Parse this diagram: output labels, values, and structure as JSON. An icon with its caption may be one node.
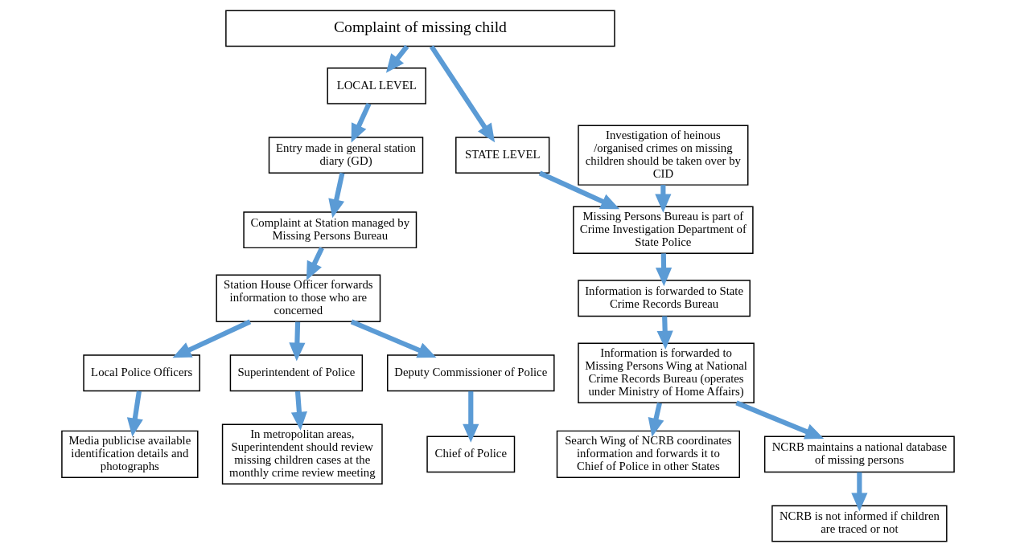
{
  "diagram": {
    "nodes": [
      {
        "text": [
          "Complaint of missing child"
        ]
      },
      {
        "text": [
          "LOCAL LEVEL"
        ]
      },
      {
        "text": [
          "STATE LEVEL"
        ]
      },
      {
        "text": [
          "Entry made in general station diary (GD)"
        ]
      },
      {
        "text": [
          "Complaint at Station managed by Missing Persons Bureau"
        ]
      },
      {
        "text": [
          "Station House Officer forwards information to those who are concerned"
        ]
      },
      {
        "text": [
          "Local Police Officers"
        ]
      },
      {
        "text": [
          "Superintendent of Police"
        ]
      },
      {
        "text": [
          "Deputy Commissioner of Police"
        ]
      },
      {
        "text": [
          "Media publicise available identification details and photographs"
        ]
      },
      {
        "text": [
          "In metropolitan areas, Superintendent should review missing children cases at the monthly crime review meeting"
        ]
      },
      {
        "text": [
          "Chief of Police"
        ]
      },
      {
        "text": [
          "Investigation of heinous /organised crimes on missing children should be taken over by CID"
        ]
      },
      {
        "text": [
          "Missing Persons Bureau is part of Crime Investigation Department of State Police"
        ]
      },
      {
        "text": [
          "Information is forwarded to State Crime Records Bureau"
        ]
      },
      {
        "text": [
          "Information is forwarded to Missing Persons Wing at National Crime Records Bureau (operates under Ministry of Home Affairs)"
        ]
      },
      {
        "text": [
          "Search Wing of NCRB coordinates information and forwards it to Chief of Police in other States"
        ]
      },
      {
        "text": [
          "NCRB maintains a national database of missing persons"
        ]
      },
      {
        "text": [
          "NCRB is not informed if children are traced or not"
        ]
      }
    ],
    "edges": [
      {
        "from": 0,
        "to": 1,
        "arrow": "to"
      },
      {
        "from": 0,
        "to": 2,
        "arrow": "to"
      },
      {
        "from": 1,
        "to": 3,
        "arrow": "to"
      },
      {
        "from": 3,
        "to": 4,
        "arrow": "to"
      },
      {
        "from": 4,
        "to": 5,
        "arrow": "to"
      },
      {
        "from": 5,
        "to": 6,
        "arrow": "to"
      },
      {
        "from": 5,
        "to": 7,
        "arrow": "to"
      },
      {
        "from": 5,
        "to": 8,
        "arrow": "to"
      },
      {
        "from": 6,
        "to": 9,
        "arrow": "to"
      },
      {
        "from": 7,
        "to": 10,
        "arrow": "to"
      },
      {
        "from": 8,
        "to": 11,
        "arrow": "to"
      },
      {
        "from": 12,
        "to": 13,
        "arrow": "to"
      },
      {
        "from": 2,
        "to": 13,
        "arrow": "to"
      },
      {
        "from": 13,
        "to": 14,
        "arrow": "to"
      },
      {
        "from": 14,
        "to": 15,
        "arrow": "to"
      },
      {
        "from": 15,
        "to": 16,
        "arrow": "to"
      },
      {
        "from": 15,
        "to": 17,
        "arrow": "to"
      },
      {
        "from": 17,
        "to": 18,
        "arrow": "to"
      }
    ]
  }
}
